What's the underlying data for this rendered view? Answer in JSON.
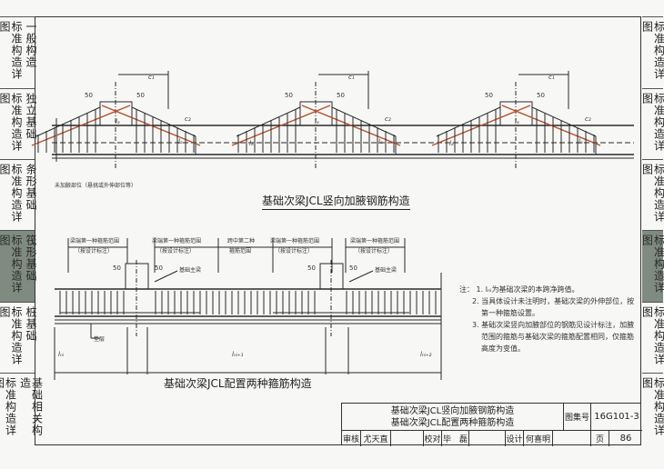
{
  "left_tabs": [
    {
      "category": "一般构造",
      "label": "标准构造详图",
      "active": false
    },
    {
      "category": "独立基础",
      "label": "标准构造详图",
      "active": false
    },
    {
      "category": "条形基础",
      "label": "标准构造详图",
      "active": false
    },
    {
      "category": "筏形基础",
      "label": "标准构造详图",
      "active": true
    },
    {
      "category": "桩基础",
      "label": "标准构造详图",
      "active": false
    },
    {
      "category": "基础相关构造",
      "label": "标准构造详图",
      "active": false
    }
  ],
  "right_tabs": [
    "标准构造详图",
    "标准构造详图",
    "标准构造详图",
    "标准构造详图",
    "标准构造详图",
    "标准构造详图"
  ],
  "colors": {
    "active_tab": "#7f8b80",
    "haunch_rebar": "#b5502e",
    "line": "#2a2a2a"
  },
  "drawing1": {
    "caption": "基础次梁JCL竖向加腋钢筋构造",
    "dim_50": "50",
    "dim_c1": "c₁",
    "dim_c2": "c₂",
    "dim_la": "lₐ",
    "note_unhaunched": "未加腋部位（悬挑或外伸部位等）"
  },
  "drawing2": {
    "caption": "基础次梁JCL配置两种箍筋构造",
    "zone_end_1": "梁端第一种箍筋范围",
    "zone_end_note": "（按设计标注）",
    "zone_mid_1": "跨中第二种",
    "zone_mid_2": "箍筋范围",
    "main_beam": "基础主梁",
    "dim_50": "50",
    "cushion": "垫层",
    "span_i": "lₙᵢ",
    "span_i1": "lₙᵢ₊₁",
    "span_i2": "lₙᵢ₊₂"
  },
  "notes": {
    "lead": "注：",
    "items": [
      "1. lₙᵢ为基础次梁的本跨净跨值。",
      "2. 当具体设计未注明时，基础次梁的外伸部位，按第一种箍筋设置。",
      "3. 基础次梁竖向加腋部位的钢筋见设计标注，加腋范围的箍筋与基础次梁的箍筋配置相同，仅箍筋高度为变值。"
    ]
  },
  "title_block": {
    "title_1": "基础次梁JCL竖向加腋钢筋构造",
    "title_2": "基础次梁JCL配置两种箍筋构造",
    "atlas_label": "图集号",
    "atlas_no": "16G101-3",
    "review_label": "审核",
    "reviewer": "尤天直",
    "check_label": "校对",
    "checker": "毕　磊",
    "design_label": "设计",
    "designer": "何喜明",
    "page_label": "页",
    "page_no": "86"
  }
}
